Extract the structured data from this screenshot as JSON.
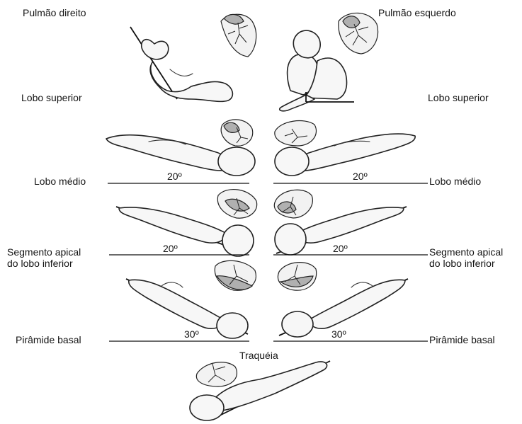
{
  "labels": {
    "right_lung": "Pulmão direito",
    "left_lung": "Pulmão esquerdo",
    "upper_lobe_left_side": "Lobo superior",
    "upper_lobe_right_side": "Lobo superior",
    "middle_lobe_left_side": "Lobo médio",
    "middle_lobe_right_side": "Lobo médio",
    "apical_segment_left_side": [
      "Segmento apical",
      "do lobo inferior"
    ],
    "apical_segment_right_side": [
      "Segmento apical",
      "do lobo inferior"
    ],
    "basal_pyramid_left_side": "Pirâmide basal",
    "basal_pyramid_right_side": "Pirâmide basal",
    "trachea": "Traquéia"
  },
  "angles": {
    "middle_left": "20º",
    "middle_right": "20º",
    "apical_left": "20º",
    "apical_right": "20º",
    "basal_left": "30º",
    "basal_right": "30º"
  },
  "colors": {
    "ink": "#1a1a1a",
    "lung_shade": "#b0b0b0",
    "paper": "#ffffff"
  }
}
